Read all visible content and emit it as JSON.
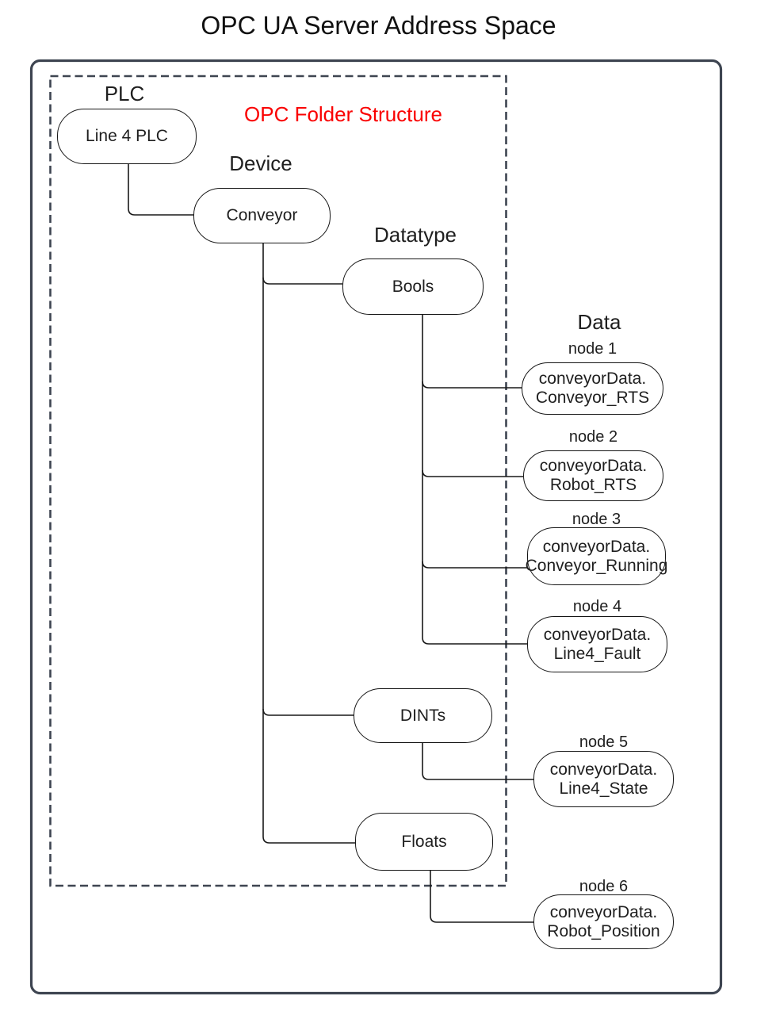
{
  "title": "OPC UA Server Address Space",
  "annotation": "OPC Folder Structure",
  "levels": {
    "plc": "PLC",
    "device": "Device",
    "datatype": "Datatype",
    "data": "Data"
  },
  "folders": {
    "plc": "Line 4 PLC",
    "device": "Conveyor",
    "datatype_bools": "Bools",
    "datatype_dints": "DINTs",
    "datatype_floats": "Floats"
  },
  "nodes": [
    {
      "label": "node 1",
      "line1": "conveyorData.",
      "line2": "Conveyor_RTS",
      "parent": "Bools"
    },
    {
      "label": "node 2",
      "line1": "conveyorData.",
      "line2": "Robot_RTS",
      "parent": "Bools"
    },
    {
      "label": "node 3",
      "line1": "conveyorData.",
      "line2": "Conveyor_Running",
      "parent": "Bools"
    },
    {
      "label": "node 4",
      "line1": "conveyorData.",
      "line2": "Line4_Fault",
      "parent": "Bools"
    },
    {
      "label": "node 5",
      "line1": "conveyorData.",
      "line2": "Line4_State",
      "parent": "DINTs"
    },
    {
      "label": "node 6",
      "line1": "conveyorData.",
      "line2": "Robot_Position",
      "parent": "Floats"
    }
  ],
  "colors": {
    "frame": "#3e4551",
    "annotation_red": "#fa0000",
    "connector": "#191919",
    "box_border": "#161616",
    "text": "#1f1f1f"
  }
}
